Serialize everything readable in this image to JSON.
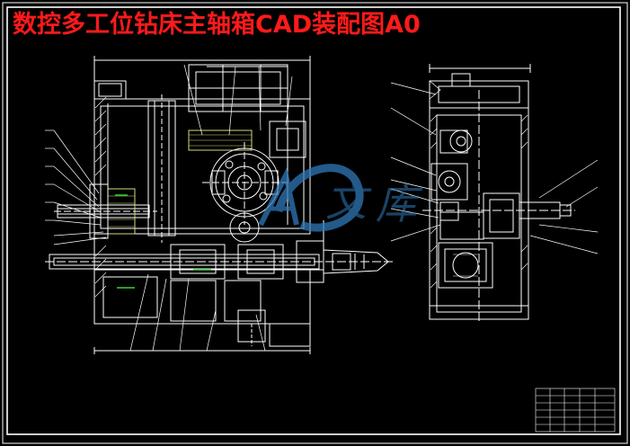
{
  "drawing": {
    "title": "数控多工位钻床主轴箱CAD装配图A0",
    "colors": {
      "background": "#000000",
      "title": "#ff1a1a",
      "lines": "#ffffff",
      "highlight": "#d9d97a",
      "accent_green": "#34d234",
      "watermark": "#2f78b8"
    }
  },
  "views": [
    "front-section-view",
    "side-section-view"
  ],
  "title_block": {
    "visible": true
  }
}
